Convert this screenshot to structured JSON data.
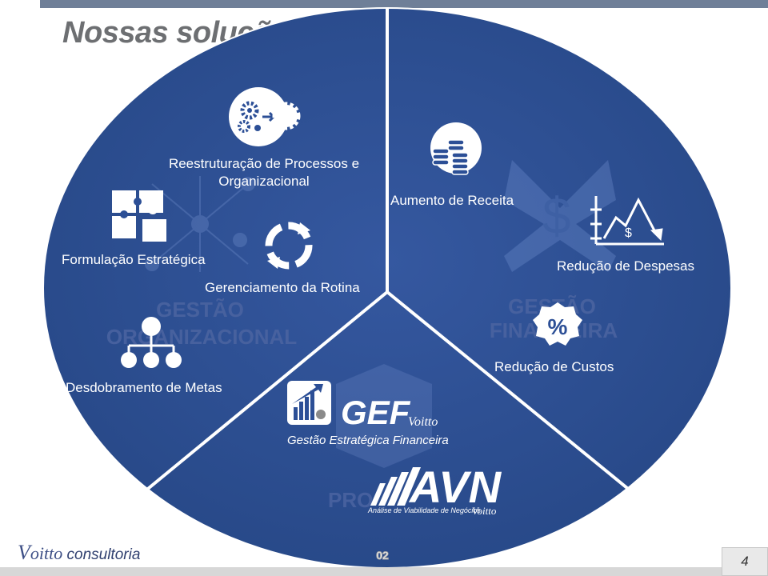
{
  "header": {
    "title": "Nossas soluções"
  },
  "segments": {
    "gestao_organizacional": {
      "watermark_line1": "GESTÃO",
      "watermark_line2": "ORGANIZACIONAL",
      "items": [
        {
          "label_line1": "Reestruturação de Processos e",
          "label_line2": "Organizacional",
          "icon": "gears-icon"
        },
        {
          "label": "Formulação Estratégica",
          "icon": "puzzle-icon"
        },
        {
          "label": "Gerenciamento da Rotina",
          "icon": "cycle-icon"
        },
        {
          "label": "Desdobramento de Metas",
          "icon": "hierarchy-icon"
        }
      ]
    },
    "gestao_financeira": {
      "watermark_line1": "GESTÃO",
      "watermark_line2": "FINANCEIRA",
      "dollar_glyph": "$",
      "items": [
        {
          "label": "Aumento de Receita",
          "icon": "coins-icon"
        },
        {
          "label": "Redução de Despesas",
          "icon": "declining-chart-icon",
          "glyph": "$"
        },
        {
          "label": "Redução de Custos",
          "icon": "percent-badge-icon",
          "glyph": "%"
        }
      ]
    },
    "produtos": {
      "watermark": "PRO",
      "gef": {
        "name": "GEF",
        "brand": "Voitto",
        "subtitle": "Gestão Estratégica Financeira",
        "icon": "growth-chart-icon"
      },
      "avn": {
        "name": "AVN",
        "subtitle": "Análise de Viabilidade de Negócios",
        "brand": "Voitto"
      }
    }
  },
  "footer": {
    "logo_v": "V",
    "logo_rest": "oitto",
    "logo_suffix": " consultoria",
    "slide_code": "02",
    "page_number": "4"
  },
  "colors": {
    "ellipse": "#2c4f96",
    "ellipse_edge": "#ffffff",
    "watermark": "#4a63a0",
    "title": "#6d6f72"
  }
}
